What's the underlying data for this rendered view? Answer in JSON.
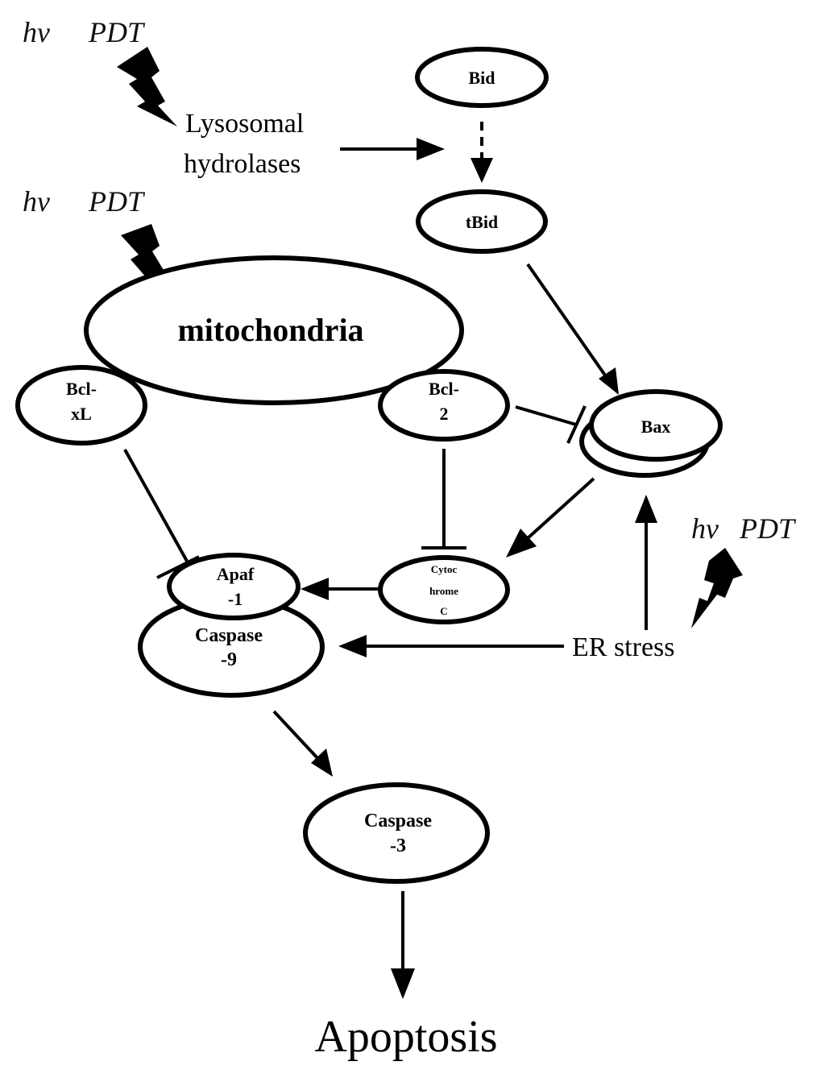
{
  "stimulus": {
    "symbol": "hν",
    "label": "PDT"
  },
  "labels": {
    "lysosomal_1": "Lysosomal",
    "lysosomal_2": "hydrolases",
    "er_stress": "ER stress",
    "apoptosis": "Apoptosis"
  },
  "nodes": {
    "bid": "Bid",
    "tbid": "tBid",
    "mitochondria": "mitochondria",
    "bclxl_1": "Bcl-",
    "bclxl_2": "xL",
    "bcl2_1": "Bcl-",
    "bcl2_2": "2",
    "bax": "Bax",
    "cyt_1": "Cytoc",
    "cyt_2": "hrome",
    "cyt_3": "C",
    "apaf_1": "Apaf",
    "apaf_2": "-1",
    "casp9_1": "Caspase",
    "casp9_2": "-9",
    "casp3_1": "Caspase",
    "casp3_2": "-3"
  },
  "edges": [
    {
      "from": "Lysosomal hydrolases",
      "to": "Bid→tBid",
      "type": "activation"
    },
    {
      "from": "Bid",
      "to": "tBid",
      "type": "cleavage (dashed)"
    },
    {
      "from": "tBid",
      "to": "Bax",
      "type": "activation"
    },
    {
      "from": "Bcl-2",
      "to": "Bax",
      "type": "inhibition"
    },
    {
      "from": "Bcl-2",
      "to": "Cytochrome C",
      "type": "inhibition"
    },
    {
      "from": "Bcl-xL",
      "to": "Apaf-1",
      "type": "inhibition"
    },
    {
      "from": "Bax",
      "to": "Cytochrome C",
      "type": "activation"
    },
    {
      "from": "Cytochrome C",
      "to": "Apaf-1",
      "type": "activation"
    },
    {
      "from": "ER stress",
      "to": "Bax",
      "type": "activation"
    },
    {
      "from": "ER stress",
      "to": "Caspase-9",
      "type": "activation"
    },
    {
      "from": "Caspase-9",
      "to": "Caspase-3",
      "type": "activation"
    },
    {
      "from": "Caspase-3",
      "to": "Apoptosis",
      "type": "activation"
    }
  ]
}
